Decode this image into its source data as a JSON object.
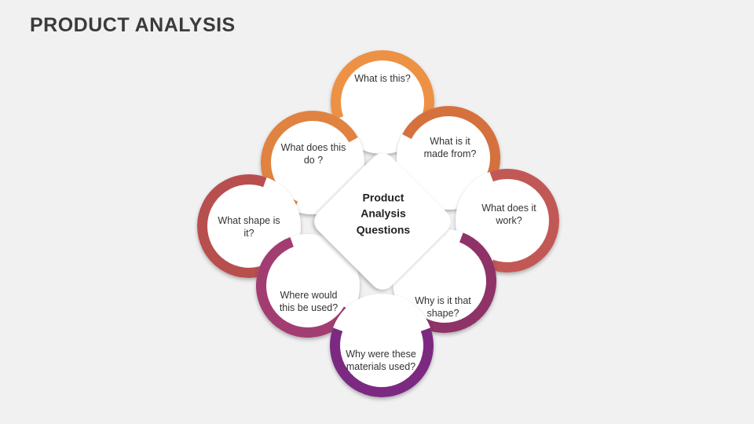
{
  "slide": {
    "title": "PRODUCT ANALYSIS",
    "background": "#f1f1f2"
  },
  "center": {
    "label": "Product Analysis Questions"
  },
  "circles": [
    {
      "id": "what-is-this",
      "label": "What  is this?",
      "color": "#ED9144"
    },
    {
      "id": "what-does-this-do",
      "label": "What does this do ?",
      "color": "#E0823F"
    },
    {
      "id": "what-is-it-made-from",
      "label": "What is it made from?",
      "color": "#D4713C"
    },
    {
      "id": "what-shape-is-it",
      "label": "What shape is it?",
      "color": "#B84F50"
    },
    {
      "id": "what-does-it-work",
      "label": "What does it work?",
      "color": "#C25855"
    },
    {
      "id": "where-would-this-be-used",
      "label": "Where would this be used?",
      "color": "#A23D72"
    },
    {
      "id": "why-is-it-that-shape",
      "label": "Why is it that shape?",
      "color": "#8F3368"
    },
    {
      "id": "why-were-these-materials-used",
      "label": "Why were these materials used?",
      "color": "#7C2B81"
    }
  ]
}
